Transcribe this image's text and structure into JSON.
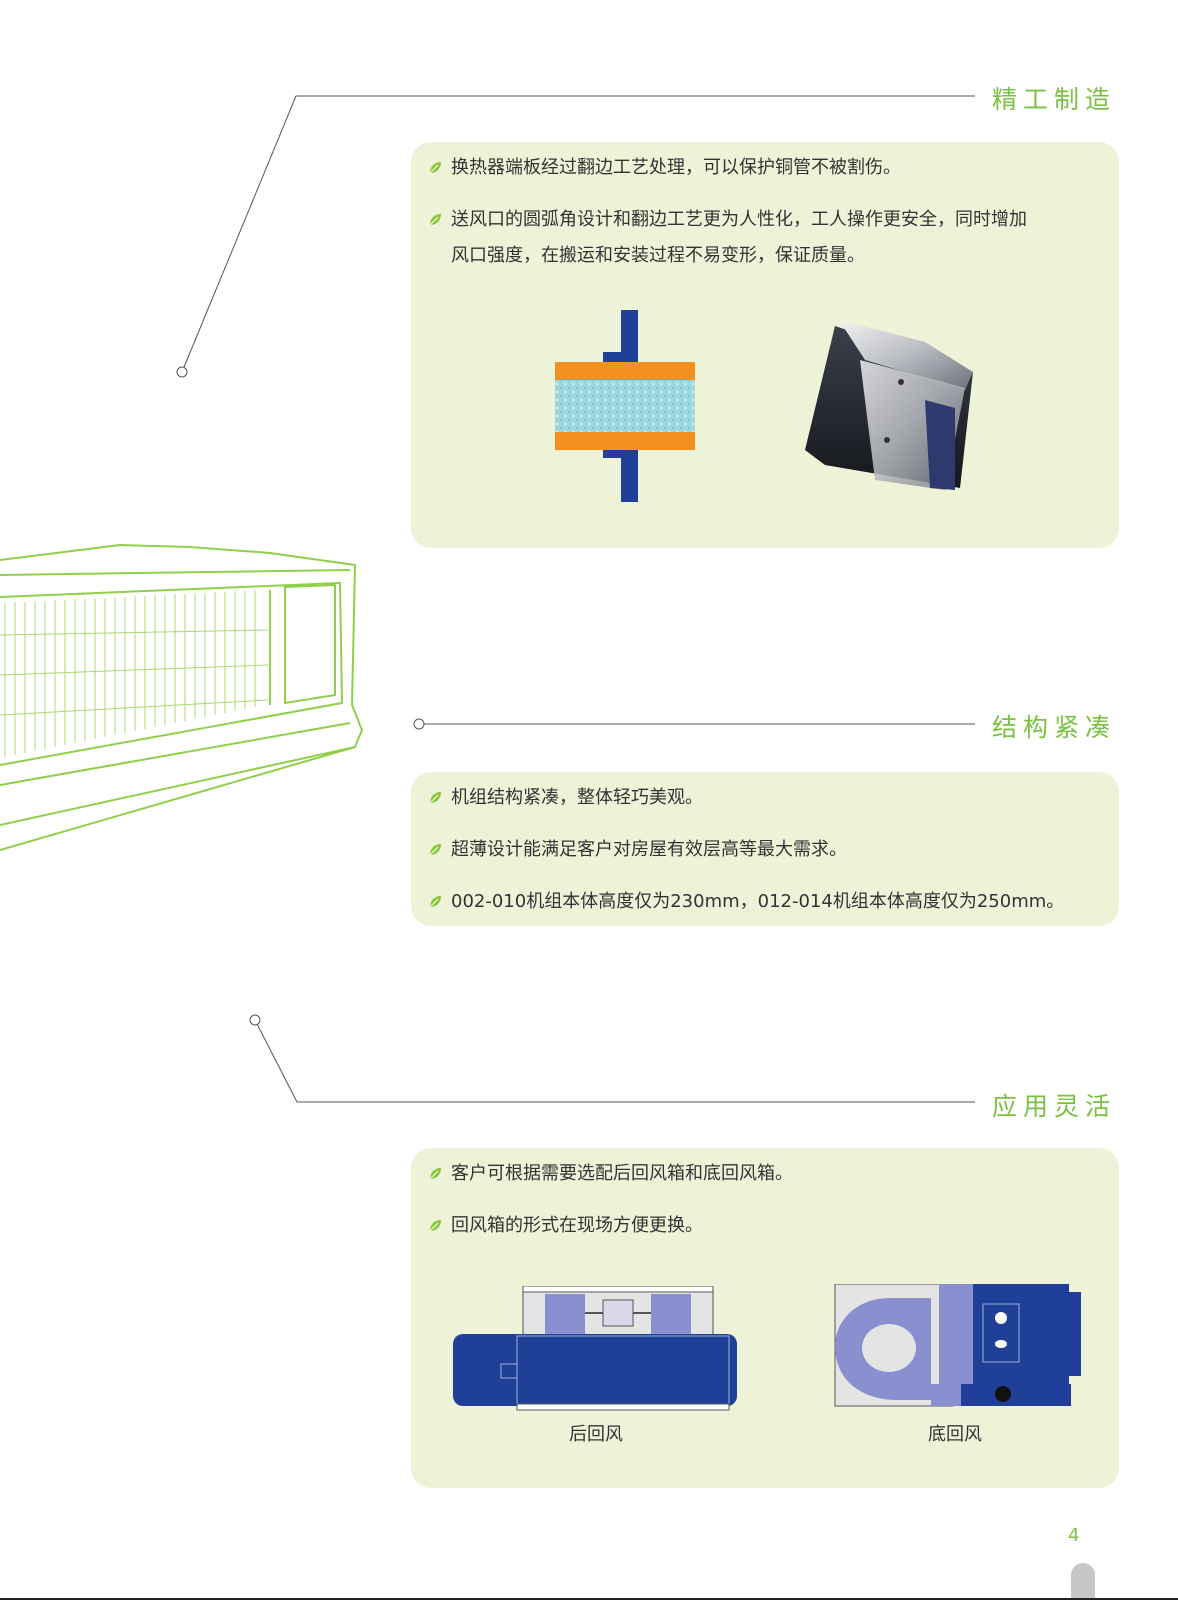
{
  "sections": [
    {
      "title": "精工制造",
      "bullets": [
        "换热器端板经过翻边工艺处理，可以保护铜管不被割伤。",
        "送风口的圆弧角设计和翻边工艺更为人性化，工人操作更安全，同时增加",
        "风口强度，在搬运和安装过程不易变形，保证质量。"
      ]
    },
    {
      "title": "结构紧凑",
      "bullets": [
        "机组结构紧凑，整体轻巧美观。",
        "超薄设计能满足客户对房屋有效层高等最大需求。",
        "002-010机组本体高度仅为230mm，012-014机组本体高度仅为250mm。"
      ]
    },
    {
      "title": "应用灵活",
      "bullets": [
        "客户可根据需要选配后回风箱和底回风箱。",
        "回风箱的形式在现场方便更换。"
      ],
      "captions": [
        "后回风",
        "底回风"
      ]
    }
  ],
  "page_number": "4",
  "colors": {
    "accent": "#7ac142",
    "panel": "#eef3d8",
    "blue": "#1f3f99",
    "orange": "#f4911e",
    "lavender": "#8a8fcf"
  }
}
